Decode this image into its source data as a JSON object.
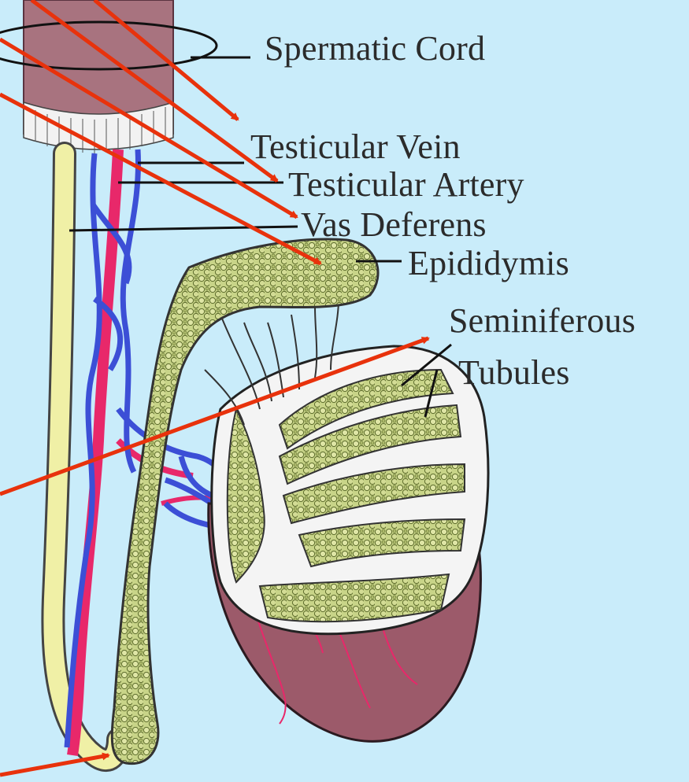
{
  "labels": {
    "spermatic_cord": "Spermatic Cord",
    "testicular_vein": "Testicular Vein",
    "testicular_artery": "Testicular Artery",
    "vas_deferens": "Vas Deferens",
    "epididymis": "Epididymis",
    "seminiferous_line1": "Seminiferous",
    "seminiferous_line2": "Tubules"
  },
  "colors": {
    "background": "#c9ecfa",
    "pointer_arrow": "#e8320c",
    "vas_deferens": "#f0f0a6",
    "vein": "#3c4fd6",
    "artery": "#e8286a",
    "epididymis": "#c8d488",
    "testis": "#9c5a6a",
    "cord_sheath": "#a8737f"
  }
}
